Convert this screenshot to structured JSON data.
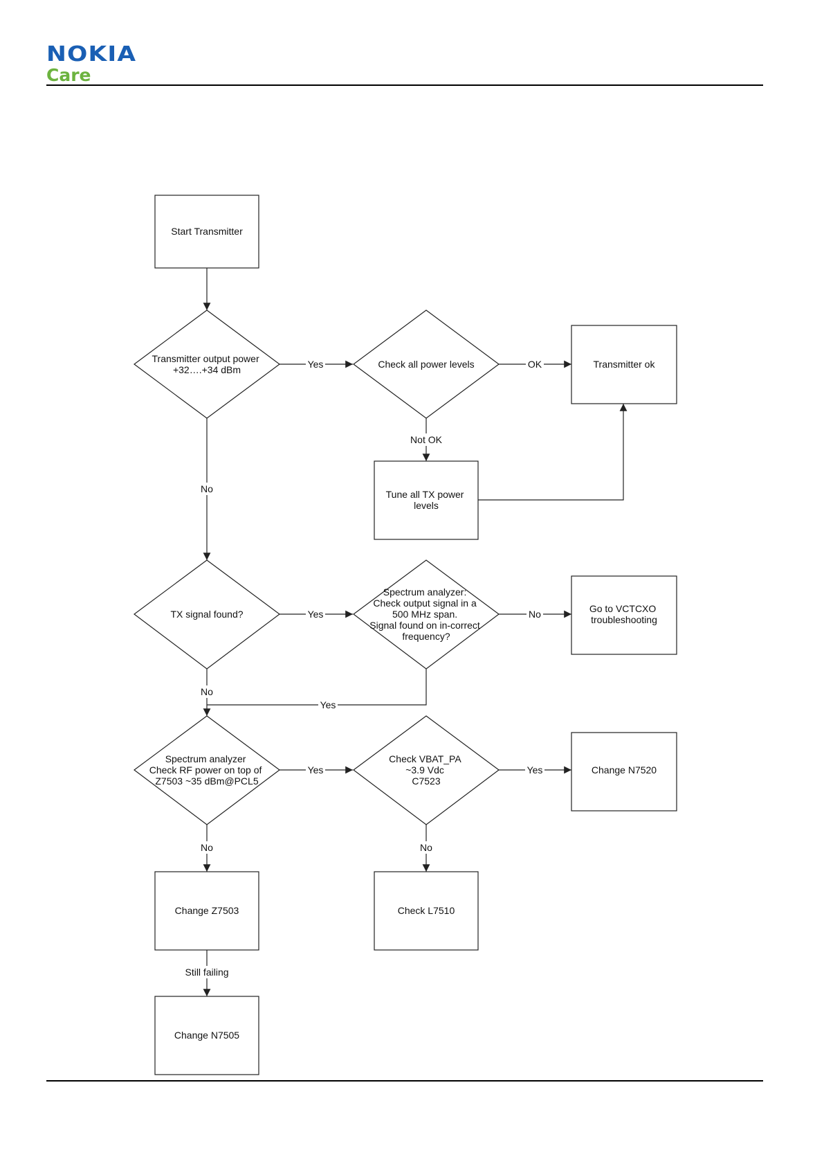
{
  "header": {
    "logo_brand": "NOKIA",
    "logo_sub": "Care",
    "brand_color": "#1a5fb4",
    "sub_color": "#6cb33f"
  },
  "nodes": {
    "start": [
      "Start Transmitter"
    ],
    "q_output_power": [
      "Transmitter output power",
      "+32….+34 dBm"
    ],
    "q_power_levels": [
      "Check all power levels"
    ],
    "transmitter_ok": [
      "Transmitter ok"
    ],
    "tune_levels": [
      "Tune all TX power",
      "levels"
    ],
    "q_tx_signal": [
      "TX signal found?"
    ],
    "q_spectrum_freq": [
      "Spectrum analyzer:",
      "Check output signal in a",
      "500 MHz span.",
      "Signal found on in-correct",
      "frequency?"
    ],
    "vctcxo": [
      "Go to VCTCXO",
      "troubleshooting"
    ],
    "q_rf_power": [
      "Spectrum analyzer",
      "Check RF power on top of",
      "Z7503 ~35 dBm@PCL5"
    ],
    "q_vbat": [
      "Check VBAT_PA",
      "~3.9 Vdc",
      "C7523"
    ],
    "change_n7520": [
      "Change N7520"
    ],
    "change_z7503": [
      "Change Z7503"
    ],
    "check_l7510": [
      "Check L7510"
    ],
    "change_n7505": [
      "Change N7505"
    ]
  },
  "edges": {
    "yes_1": "Yes",
    "ok": "OK",
    "not_ok": "Not OK",
    "no_1": "No",
    "yes_2": "Yes",
    "no_2": "No",
    "no_3": "No",
    "yes_3": "Yes",
    "yes_4": "Yes",
    "yes_5": "Yes",
    "no_4": "No",
    "no_5": "No",
    "still_failing": "Still failing"
  }
}
